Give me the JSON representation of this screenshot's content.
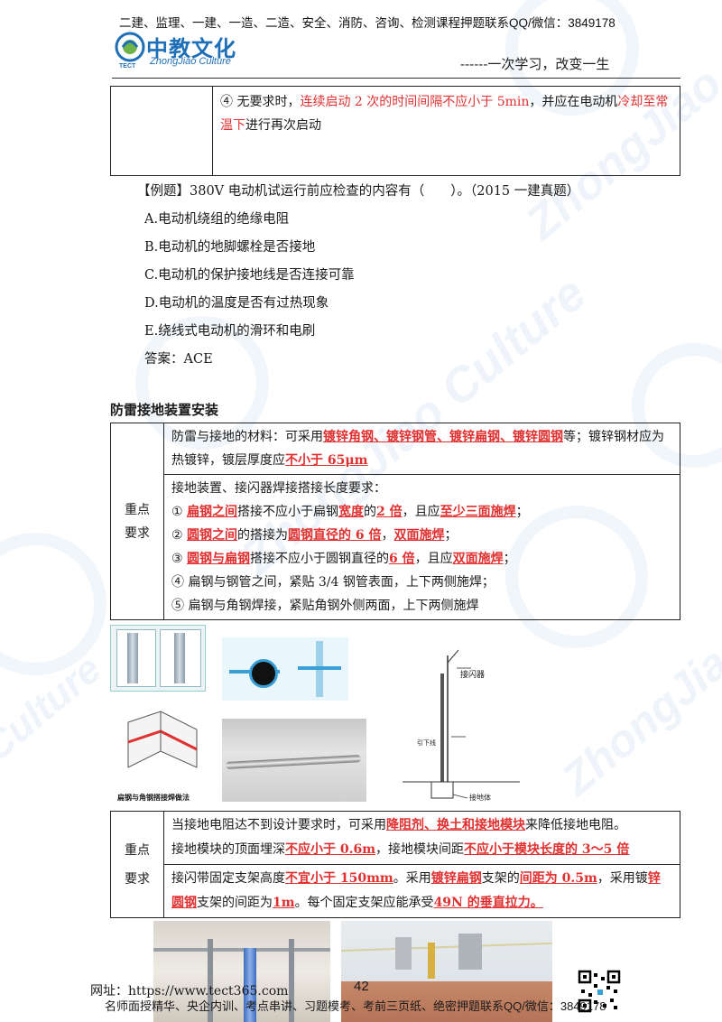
{
  "header": {
    "top_line": "二建、监理、一建、一造、二造、安全、消防、咨询、检测课程押题联系QQ/微信：3849178",
    "logo_title": "中教文化",
    "logo_sub": "ZhongJiao Culture",
    "logo_tect": "TECT",
    "slogan": "------一次学习，改变一生"
  },
  "top_table": {
    "num": "④",
    "t1": " 无要求时，",
    "r1": "连续启动 2 次的时间间隔不应小于 5min",
    "t2": "，并应在电动机",
    "r2": "冷却至常温下",
    "t3": "进行再次启动"
  },
  "question": {
    "stem": "【例题】380V 电动机试运行前应检查的内容有（　　）。（2015 一建真题）",
    "options": [
      "A.电动机绕组的绝缘电阻",
      "B.电动机的地脚螺栓是否接地",
      "C.电动机的保护接地线是否连接可靠",
      "D.电动机的温度是否有过热现象",
      "E.绕线式电动机的滑环和电刷"
    ],
    "answer": "答案：ACE"
  },
  "section_title": "防雷接地装置安装",
  "table1": {
    "label": [
      "重点",
      "要求"
    ],
    "mat_t1": "防雷与接地的材料：可采用",
    "mat_r1": "镀锌角钢、镀锌钢管、镀锌扁钢、镀锌圆钢",
    "mat_t2": "等；镀锌钢材应为热镀锌，镀层厚度应",
    "mat_r2": "不小于 65μm",
    "weld_intro": "接地装置、接闪器焊接搭接长度要求：",
    "w1_num": "①",
    "w1_r1": "扁钢之间",
    "w1_t1": "搭接不应小于扁钢",
    "w1_r2": "宽度",
    "w1_t2": "的",
    "w1_r3": "2 倍",
    "w1_t3": "，且应",
    "w1_r4": "至少三面施焊",
    "w1_t4": "；",
    "w2_num": "②",
    "w2_r1": "圆钢之间",
    "w2_t1": "的搭接为",
    "w2_r2": "圆钢直径的 6 倍",
    "w2_t2": "，",
    "w2_r3": "双面施焊",
    "w2_t3": "；",
    "w3_num": "③",
    "w3_r1": "圆钢与扁钢",
    "w3_t1": "搭接不应小于圆钢直径的",
    "w3_r2": "6 倍",
    "w3_t2": "，且应",
    "w3_r3": "双面施焊",
    "w3_t3": "；",
    "w4": "④ 扁钢与钢管之间，紧贴 3/4 钢管表面，上下两侧施焊；",
    "w5": "⑤ 扁钢与角钢焊接，紧贴角钢外侧两面，上下两侧施焊"
  },
  "figures": {
    "angle_caption": "扁钢与角钢搭接焊做法",
    "lightning_rod": "接闪器",
    "down_conductor": "引下线",
    "grounding_body": "接地体"
  },
  "table2": {
    "label": [
      "重点",
      "要求"
    ],
    "l1_t1": "当接地电阻达不到设计要求时，可采用",
    "l1_r1": "降阻剂、换土和接地模块",
    "l1_t2": "来降低接地电阻。",
    "l2_t1": "接地模块的顶面埋深",
    "l2_r1": "不应小于 0.6m",
    "l2_t2": "，接地模块间距",
    "l2_r2": "不应小于模块长度的 3～5 倍",
    "l3_t1": "接闪带固定支架高度",
    "l3_r1": "不宜小于 150mm",
    "l3_t2": "。采用",
    "l3_r2": "镀锌扁钢",
    "l3_t3": "支架的",
    "l3_r3": "间距为 0.5m",
    "l3_t4": "，采用镀",
    "l3_r4": "锌圆钢",
    "l3_t5": "支架的间距为",
    "l3_r5": "1m",
    "l3_t6": "。每个固定支架应能承受",
    "l3_r6": "49N 的垂直拉力。"
  },
  "footer": {
    "url": "网址：https://www.tect365.com",
    "page": "42",
    "line": "名师面授精华、央企内训、考点串讲、习题模考、考前三页纸、绝密押题联系QQ/微信：3849178"
  },
  "colors": {
    "brand": "#1f6fb8",
    "highlight": "#e03030"
  }
}
